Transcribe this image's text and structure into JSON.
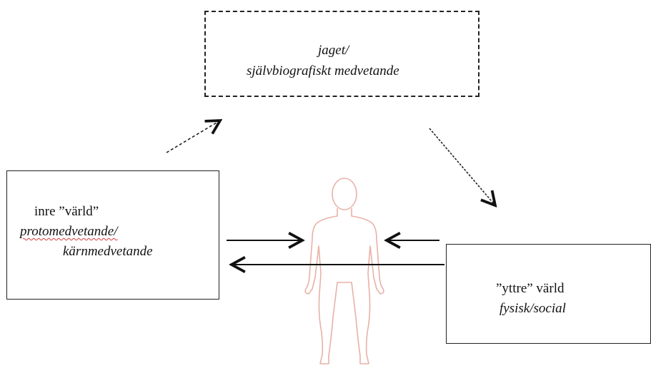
{
  "top_box": {
    "line1": "jaget/",
    "line2": "självbiografiskt medvetande"
  },
  "left_box": {
    "line1": "inre ”värld”",
    "line2": "protomedvetande/",
    "line3": "kärnmedvetande"
  },
  "right_box": {
    "line1": "”yttre” värld",
    "line2": "fysisk/social"
  },
  "colors": {
    "line": "#222222",
    "figure_outline": "#e8b1a7",
    "spellcheck": "#d23a3a"
  },
  "icons": {
    "figure": "human-body-outline-icon"
  }
}
